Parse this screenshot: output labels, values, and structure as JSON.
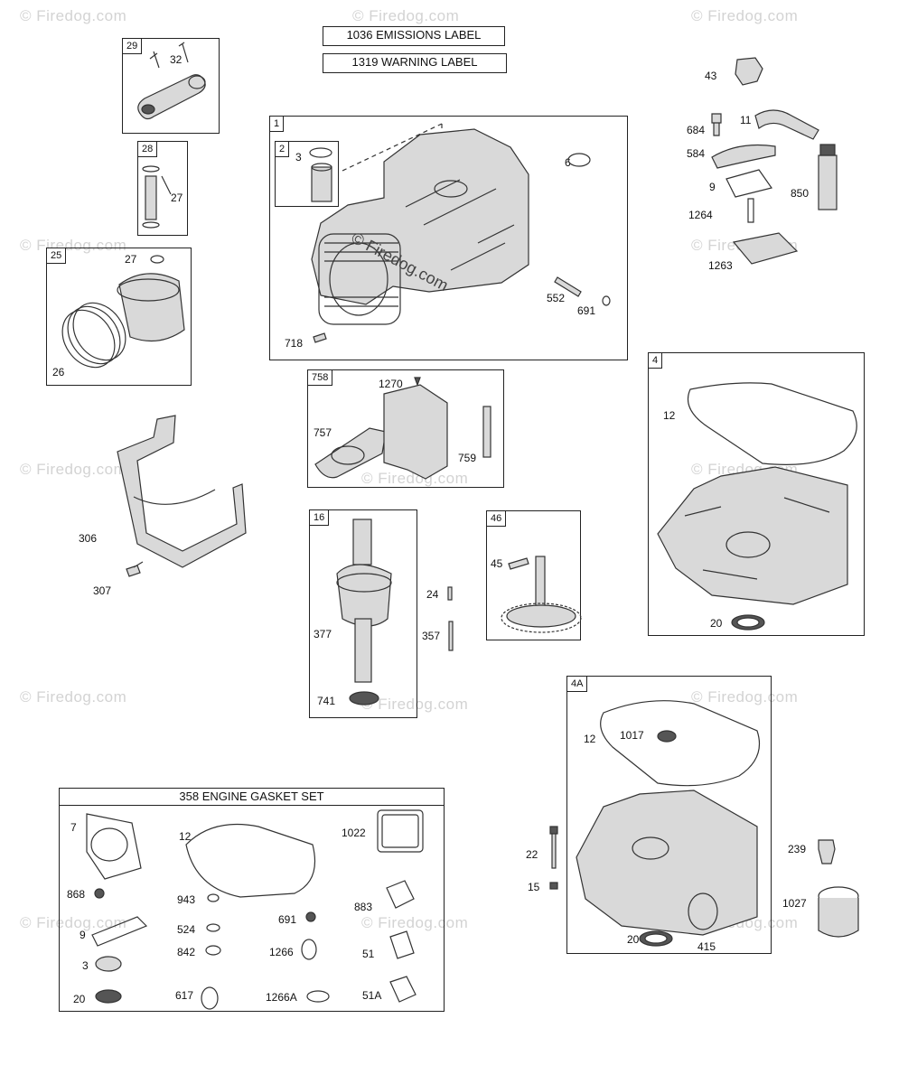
{
  "watermark": "© Firedog.com",
  "banners": {
    "emissions": "1036 EMISSIONS LABEL",
    "warning": "1319 WARNING LABEL"
  },
  "boxes": {
    "b29": {
      "tag": "29",
      "parts": [
        "32"
      ]
    },
    "b28": {
      "tag": "28",
      "parts": [
        "27"
      ]
    },
    "b25": {
      "tag": "25",
      "parts": [
        "27",
        "26"
      ]
    },
    "b1": {
      "tag": "1",
      "sub": "2",
      "parts": [
        "3",
        "6",
        "552",
        "691",
        "718"
      ]
    },
    "b758": {
      "tag": "758",
      "parts": [
        "1270",
        "757",
        "759"
      ]
    },
    "b16": {
      "tag": "16",
      "parts": [
        "377",
        "741"
      ]
    },
    "b46": {
      "tag": "46",
      "parts": [
        "45"
      ]
    },
    "b4": {
      "tag": "4",
      "parts": [
        "12",
        "20"
      ]
    },
    "b4A": {
      "tag": "4A",
      "parts": [
        "12",
        "1017",
        "22",
        "15",
        "20",
        "415"
      ]
    },
    "gasket": {
      "title": "358 ENGINE GASKET SET",
      "parts": [
        "7",
        "12",
        "1022",
        "868",
        "943",
        "883",
        "524",
        "691",
        "9",
        "842",
        "1266",
        "51",
        "3",
        "20",
        "617",
        "1266A",
        "51A"
      ]
    }
  },
  "loose": [
    "43",
    "684",
    "11",
    "584",
    "9",
    "850",
    "1264",
    "1263",
    "306",
    "307",
    "24",
    "357",
    "239",
    "1027"
  ]
}
